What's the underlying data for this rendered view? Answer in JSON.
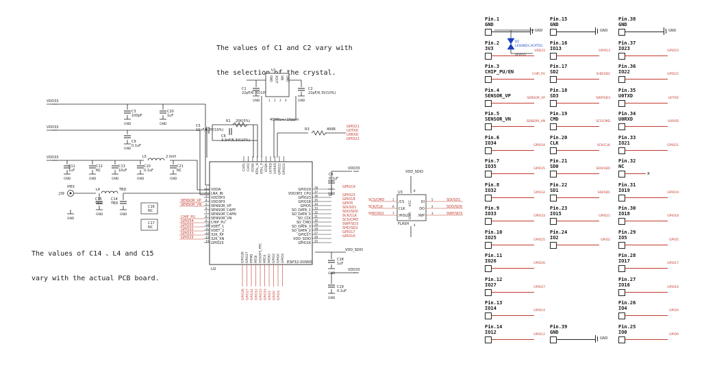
{
  "notes": {
    "crystal": [
      "The values of C1 and C2 vary with",
      "the selection of the crystal."
    ],
    "pcb": [
      "The values of C14 、L4 and C15",
      "vary with the actual PCB board."
    ]
  },
  "main_chip": {
    "ref": "U2",
    "part": "ESP32-D0WD",
    "left_pins": [
      {
        "num": "1",
        "name": "VDDA"
      },
      {
        "num": "2",
        "name": "LNA_IN"
      },
      {
        "num": "3",
        "name": "VDD3P3"
      },
      {
        "num": "4",
        "name": "VDD3P3"
      },
      {
        "num": "5",
        "name": "SENSOR_VP"
      },
      {
        "num": "6",
        "name": "SENSOR_CAPP"
      },
      {
        "num": "7",
        "name": "SENSOR_CAPN"
      },
      {
        "num": "8",
        "name": "SENSOR_VN"
      },
      {
        "num": "9",
        "name": "CHIP_PU"
      },
      {
        "num": "10",
        "name": "VDET_1"
      },
      {
        "num": "11",
        "name": "VDET_2"
      },
      {
        "num": "12",
        "name": "32K_XP"
      },
      {
        "num": "13",
        "name": "32K_XN"
      },
      {
        "num": "14",
        "name": "GPIO25"
      }
    ],
    "right_pins": [
      {
        "num": "38",
        "name": "GPIO19"
      },
      {
        "num": "37",
        "name": "VDD3P3_CPU"
      },
      {
        "num": "36",
        "name": "GPIO23"
      },
      {
        "num": "35",
        "name": "GPIO18"
      },
      {
        "num": "34",
        "name": "GPIO5"
      },
      {
        "num": "33",
        "name": "SD_DATA_1"
      },
      {
        "num": "32",
        "name": "SD_DATA_0"
      },
      {
        "num": "31",
        "name": "SD_CLK"
      },
      {
        "num": "30",
        "name": "SD_CMD"
      },
      {
        "num": "29",
        "name": "SD_DATA_3"
      },
      {
        "num": "28",
        "name": "SD_DATA_2"
      },
      {
        "num": "27",
        "name": "GPIO17"
      },
      {
        "num": "26",
        "name": "VDD_SDIO"
      },
      {
        "num": "25",
        "name": "GPIO16"
      }
    ],
    "top_pins": [
      "CAP1",
      "CAP2",
      "VDDA",
      "XTAL_N",
      "XTAL_P",
      "VDDA",
      "U0TXD",
      "U0RXD",
      "GPIO22",
      "GPIO21"
    ],
    "bottom_pins": [
      "GPIO26",
      "GPIO27",
      "MTMS",
      "MTDI",
      "VDD3P3_RTC",
      "MTCK",
      "MTDO",
      "GPIO2",
      "GPIO0",
      "GPIO4"
    ],
    "left_nets": [
      "SENSOR_VP",
      "SENSOR_VN",
      "CHIP_PU",
      "GPIO34",
      "GPIO35",
      "GPIO32",
      "GPIO33",
      "GPIO25"
    ],
    "right_nets": [
      "GPIO19",
      "GPIO23",
      "GPIO18",
      "GPIO5",
      "SDI/SD1",
      "SDO/SD0",
      "SCK/CLK",
      "SCS/CMD",
      "SWP/SD3",
      "SHD/SD2",
      "GPIO17",
      "GPIO16"
    ],
    "top_nets": [
      "GPIO21",
      "U0TXD",
      "U0RXD",
      "GPIO22"
    ],
    "bottom_nets": [
      "GPIO26",
      "GPIO27",
      "GPIO14",
      "GPIO12",
      "GPIO13",
      "GPIO15",
      "GPIO2",
      "GPIO0",
      "GPIO4"
    ]
  },
  "crystal": {
    "ref": "U1",
    "part": "40MHz+/-10ppm",
    "pins": [
      "GND",
      "XOUT",
      "XIN",
      "GND"
    ],
    "nums": [
      "1",
      "2",
      "3",
      "4"
    ]
  },
  "flash": {
    "ref": "U3",
    "label": "FLASH",
    "left": [
      {
        "num": "1",
        "name": "/CS",
        "net": "SCS/CMD"
      },
      {
        "num": "6",
        "name": "CLK",
        "net": "SCK/CLK"
      },
      {
        "num": "7",
        "name": "/HOLD",
        "net": "SHD/SD2"
      }
    ],
    "right": [
      {
        "num": "5",
        "name": "DI",
        "net": "SDI/SD1"
      },
      {
        "num": "2",
        "name": "DO",
        "net": "SDO/SD0"
      },
      {
        "num": "3",
        "name": "/WP",
        "net": "SWP/SD3"
      }
    ],
    "vcc": "VCC",
    "gnd": "GND",
    "vcc_pin": "8",
    "gnd_pin": "4",
    "supply": "VDD_SDIO"
  },
  "components": {
    "C1": {
      "ref": "C1",
      "value": "22pF/6.3V(10%)"
    },
    "C2": {
      "ref": "C2",
      "value": "22pF/6.3V(10%)"
    },
    "C3": {
      "ref": "C3",
      "value": "100pF"
    },
    "C20": {
      "ref": "C20",
      "value": "1uF"
    },
    "C9": {
      "ref": "C9",
      "value": "0.1uF"
    },
    "C5": {
      "ref": "C5",
      "value": "10nF/6.3V(10%)"
    },
    "C6": {
      "ref": "C6",
      "value": "3.3nF/6.3V(10%)"
    },
    "R1": {
      "ref": "R1",
      "value": "20K(5%)"
    },
    "R3": {
      "ref": "R3",
      "value": "499R"
    },
    "L5": {
      "ref": "L5",
      "value": "2.0nH"
    },
    "C11": {
      "ref": "C11",
      "value": "1uF"
    },
    "C12": {
      "ref": "C12",
      "value": "NC"
    },
    "C13": {
      "ref": "C13",
      "value": "10uF"
    },
    "C10": {
      "ref": "C10",
      "value": "0.1uF"
    },
    "C21": {
      "ref": "C21",
      "value": "NC"
    },
    "C15": {
      "ref": "C15",
      "value": "TBD"
    },
    "C14": {
      "ref": "C14",
      "value": "TBD"
    },
    "L4": {
      "ref": "L4",
      "value": "TBD"
    },
    "C16": {
      "ref": "C16",
      "value": "NC"
    },
    "C17": {
      "ref": "C17",
      "value": "NC"
    },
    "C4": {
      "ref": "C4",
      "value": "0.1uF"
    },
    "C18": {
      "ref": "C18",
      "value": "1uF"
    },
    "C19": {
      "ref": "C19",
      "value": "0.1uF"
    },
    "J39": {
      "ref": "J39",
      "value": "IPEX"
    },
    "D1": {
      "ref": "D1",
      "value": "LESD8D3.3CAT5G"
    }
  },
  "power": {
    "vdd33": "VDD33",
    "gnd": "GND",
    "vdd_sdio": "VDD_SDIO"
  },
  "pin_columns": [
    [
      {
        "pin": "Pin.1",
        "sig": "GND",
        "net": "",
        "gnd": true
      },
      {
        "pin": "Pin.2",
        "sig": "3V3",
        "net": "VDD33"
      },
      {
        "pin": "Pin.3",
        "sig": "CHIP_PU/EN",
        "net": "CHIP_PU"
      },
      {
        "pin": "Pin.4",
        "sig": "SENSOR_VP",
        "net": "SENSOR_VP"
      },
      {
        "pin": "Pin.5",
        "sig": "SENSOR_VN",
        "net": "SENSOR_VN"
      },
      {
        "pin": "Pin.6",
        "sig": "IO34",
        "net": "GPIO34"
      },
      {
        "pin": "Pin.7",
        "sig": "IO35",
        "net": "GPIO35"
      },
      {
        "pin": "Pin.8",
        "sig": "IO32",
        "net": "GPIO32"
      },
      {
        "pin": "Pin.9",
        "sig": "IO33",
        "net": "GPIO33"
      },
      {
        "pin": "Pin.10",
        "sig": "IO25",
        "net": "GPIO25"
      },
      {
        "pin": "Pin.11",
        "sig": "IO26",
        "net": "GPIO26"
      },
      {
        "pin": "Pin.12",
        "sig": "IO27",
        "net": "GPIO27"
      },
      {
        "pin": "Pin.13",
        "sig": "IO14",
        "net": "GPIO14"
      },
      {
        "pin": "Pin.14",
        "sig": "IO12",
        "net": "GPIO12"
      }
    ],
    [
      {
        "pin": "Pin.15",
        "sig": "GND",
        "net": "",
        "gnd": true
      },
      {
        "pin": "Pin.16",
        "sig": "IO13",
        "net": "GPIO13"
      },
      {
        "pin": "Pin.17",
        "sig": "SD2",
        "net": "SHD/SD2"
      },
      {
        "pin": "Pin.18",
        "sig": "SD3",
        "net": "SWP/SD3"
      },
      {
        "pin": "Pin.19",
        "sig": "CMD",
        "net": "SCS/CMD"
      },
      {
        "pin": "Pin.20",
        "sig": "CLK",
        "net": "SCK/CLK"
      },
      {
        "pin": "Pin.21",
        "sig": "SD0",
        "net": "SDO/SD0"
      },
      {
        "pin": "Pin.22",
        "sig": "SD1",
        "net": "SDI/SD1"
      },
      {
        "pin": "Pin.23",
        "sig": "IO15",
        "net": "GPIO15"
      },
      {
        "pin": "Pin.24",
        "sig": "IO2",
        "net": "GPIO2"
      },
      {
        "pin": "Pin.39",
        "sig": "GND",
        "net": "",
        "gnd": true,
        "row": 13
      }
    ],
    [
      {
        "pin": "Pin.38",
        "sig": "GND",
        "net": "",
        "gnd": true
      },
      {
        "pin": "Pin.37",
        "sig": "IO23",
        "net": "GPIO23"
      },
      {
        "pin": "Pin.36",
        "sig": "IO22",
        "net": "GPIO22"
      },
      {
        "pin": "Pin.35",
        "sig": "U0TXD",
        "net": "U0TXD"
      },
      {
        "pin": "Pin.34",
        "sig": "U0RXD",
        "net": "U0RXD"
      },
      {
        "pin": "Pin.33",
        "sig": "IO21",
        "net": "GPIO21"
      },
      {
        "pin": "Pin.32",
        "sig": "NC",
        "net": "x",
        "nc": true
      },
      {
        "pin": "Pin.31",
        "sig": "IO19",
        "net": "GPIO19"
      },
      {
        "pin": "Pin.30",
        "sig": "IO18",
        "net": "GPIO18"
      },
      {
        "pin": "Pin.29",
        "sig": "IO5",
        "net": "GPIO5"
      },
      {
        "pin": "Pin.28",
        "sig": "IO17",
        "net": "GPIO17"
      },
      {
        "pin": "Pin.27",
        "sig": "IO16",
        "net": "GPIO16"
      },
      {
        "pin": "Pin.26",
        "sig": "IO4",
        "net": "GPIO4"
      },
      {
        "pin": "Pin.25",
        "sig": "IO0",
        "net": "GPIO0"
      }
    ]
  ]
}
